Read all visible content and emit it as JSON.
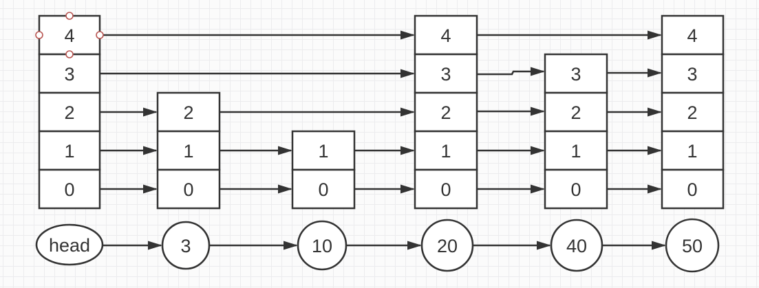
{
  "diagram_type": "skip-list",
  "colors": {
    "background": "#fbfbfb",
    "grid_line": "#ececee",
    "shape_stroke": "#333333",
    "text": "#333333",
    "connection_point": "#b85450"
  },
  "towers": [
    {
      "name": "head",
      "cells": [
        "4",
        "3",
        "2",
        "1",
        "0"
      ]
    },
    {
      "name": "3",
      "cells": [
        "2",
        "1",
        "0"
      ]
    },
    {
      "name": "10",
      "cells": [
        "1",
        "0"
      ]
    },
    {
      "name": "20",
      "cells": [
        "4",
        "3",
        "2",
        "1",
        "0"
      ]
    },
    {
      "name": "40",
      "cells": [
        "3",
        "2",
        "1",
        "0"
      ]
    },
    {
      "name": "50",
      "cells": [
        "4",
        "3",
        "2",
        "1",
        "0"
      ]
    }
  ],
  "nodes": [
    {
      "label": "head"
    },
    {
      "label": "3"
    },
    {
      "label": "10"
    },
    {
      "label": "20"
    },
    {
      "label": "40"
    },
    {
      "label": "50"
    }
  ]
}
